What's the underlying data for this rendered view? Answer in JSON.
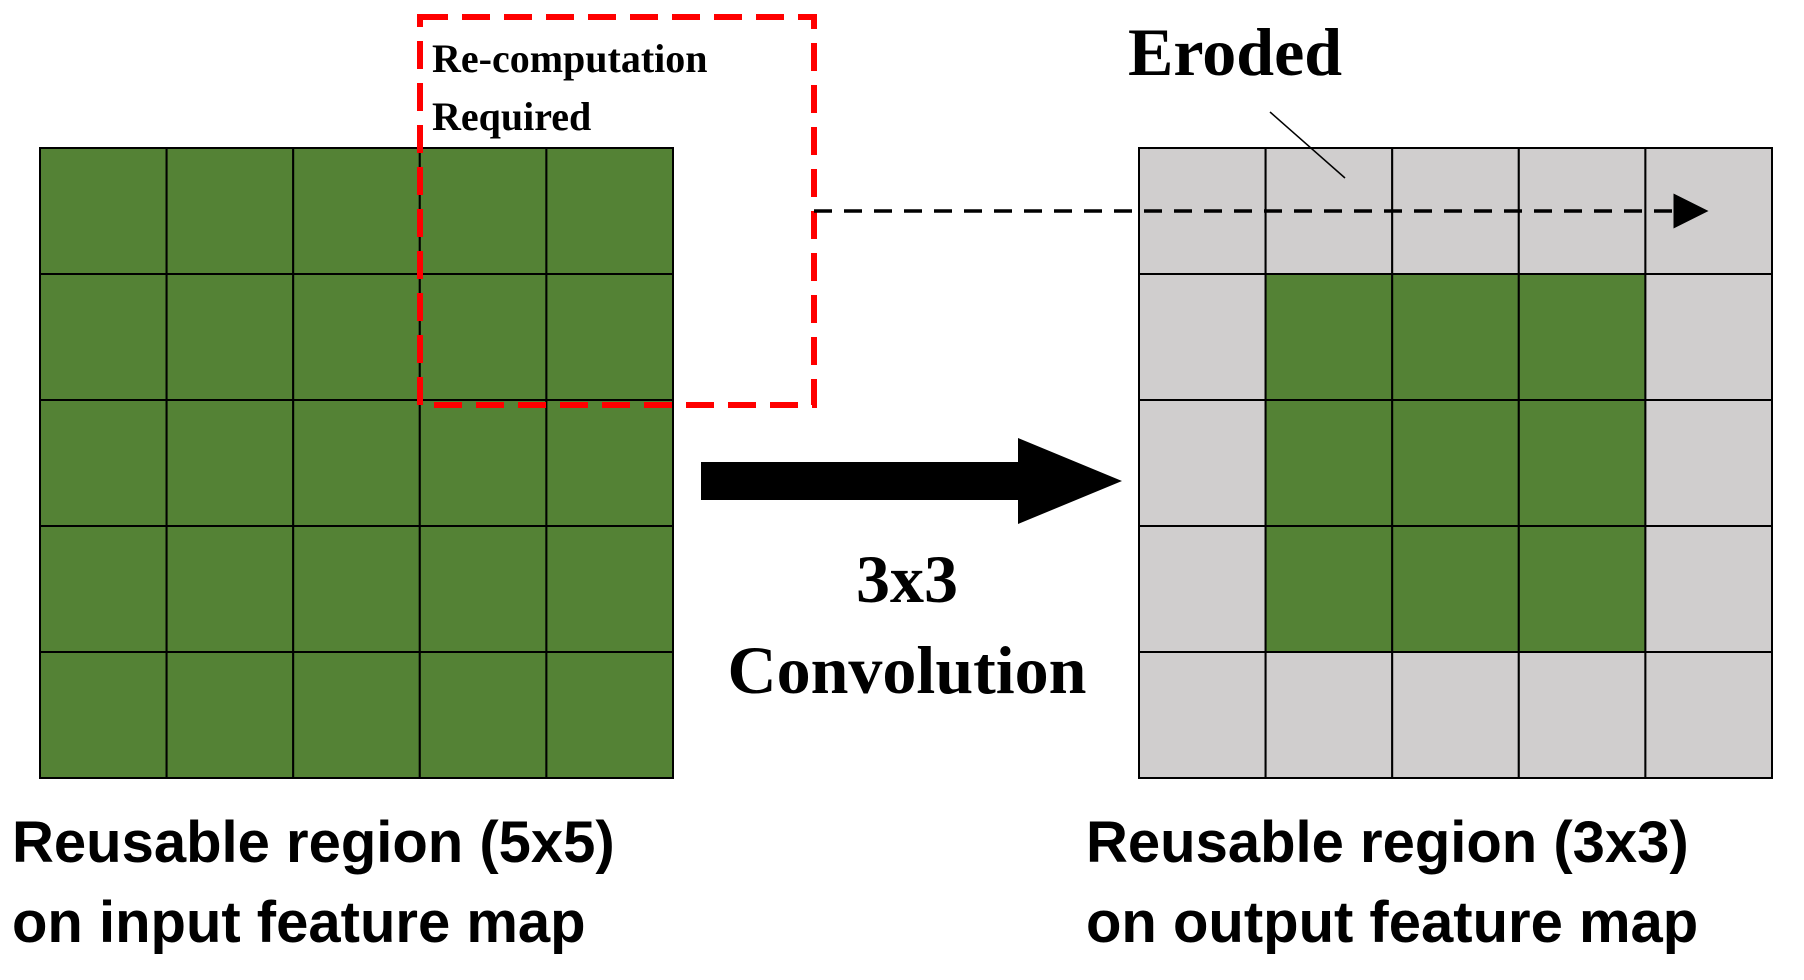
{
  "colors": {
    "reusable": "#548235",
    "eroded": "#d0cece",
    "grid_line": "#000000",
    "highlight": "#ff0000",
    "arrow": "#000000"
  },
  "input_map": {
    "rows": 5,
    "cols": 5,
    "caption_line1": "Reusable region (5x5)",
    "caption_line2": "on input feature map",
    "cells": [
      [
        "reusable",
        "reusable",
        "reusable",
        "reusable",
        "reusable"
      ],
      [
        "reusable",
        "reusable",
        "reusable",
        "reusable",
        "reusable"
      ],
      [
        "reusable",
        "reusable",
        "reusable",
        "reusable",
        "reusable"
      ],
      [
        "reusable",
        "reusable",
        "reusable",
        "reusable",
        "reusable"
      ],
      [
        "reusable",
        "reusable",
        "reusable",
        "reusable",
        "reusable"
      ]
    ]
  },
  "output_map": {
    "rows": 5,
    "cols": 5,
    "caption_line1": "Reusable region (3x3)",
    "caption_line2": "on output feature map",
    "cells": [
      [
        "eroded",
        "eroded",
        "eroded",
        "eroded",
        "eroded"
      ],
      [
        "eroded",
        "reusable",
        "reusable",
        "reusable",
        "eroded"
      ],
      [
        "eroded",
        "reusable",
        "reusable",
        "reusable",
        "eroded"
      ],
      [
        "eroded",
        "reusable",
        "reusable",
        "reusable",
        "eroded"
      ],
      [
        "eroded",
        "eroded",
        "eroded",
        "eroded",
        "eroded"
      ]
    ]
  },
  "recompute_box": {
    "label_line1": "Re-computation",
    "label_line2": "Required"
  },
  "operation": {
    "line1": "3x3",
    "line2": "Convolution"
  },
  "eroded_label": "Eroded"
}
